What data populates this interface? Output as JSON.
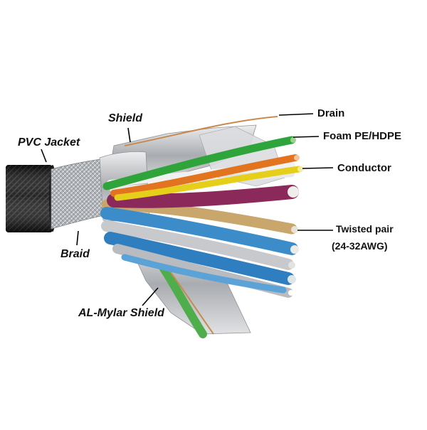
{
  "labels": {
    "drain": "Drain",
    "foam": "Foam PE/HDPE",
    "conductor": "Conductor",
    "twisted_pair": "Twisted pair",
    "awg": "(24-32AWG)",
    "shield": "Shield",
    "pvc_jacket": "PVC Jacket",
    "braid": "Braid",
    "al_mylar": "AL-Mylar Shield"
  },
  "colors": {
    "jacket": "#111111",
    "braid": "#b9bcbf",
    "foil": "#d2d4d7",
    "green": "#2ea43a",
    "orange": "#e3741f",
    "yellow": "#e6cf1a",
    "white": "#f1f1f1",
    "purple": "#8b2a5a",
    "blue": "#2f7fc0",
    "copper": "#c88a4f",
    "leader": "#000000"
  }
}
